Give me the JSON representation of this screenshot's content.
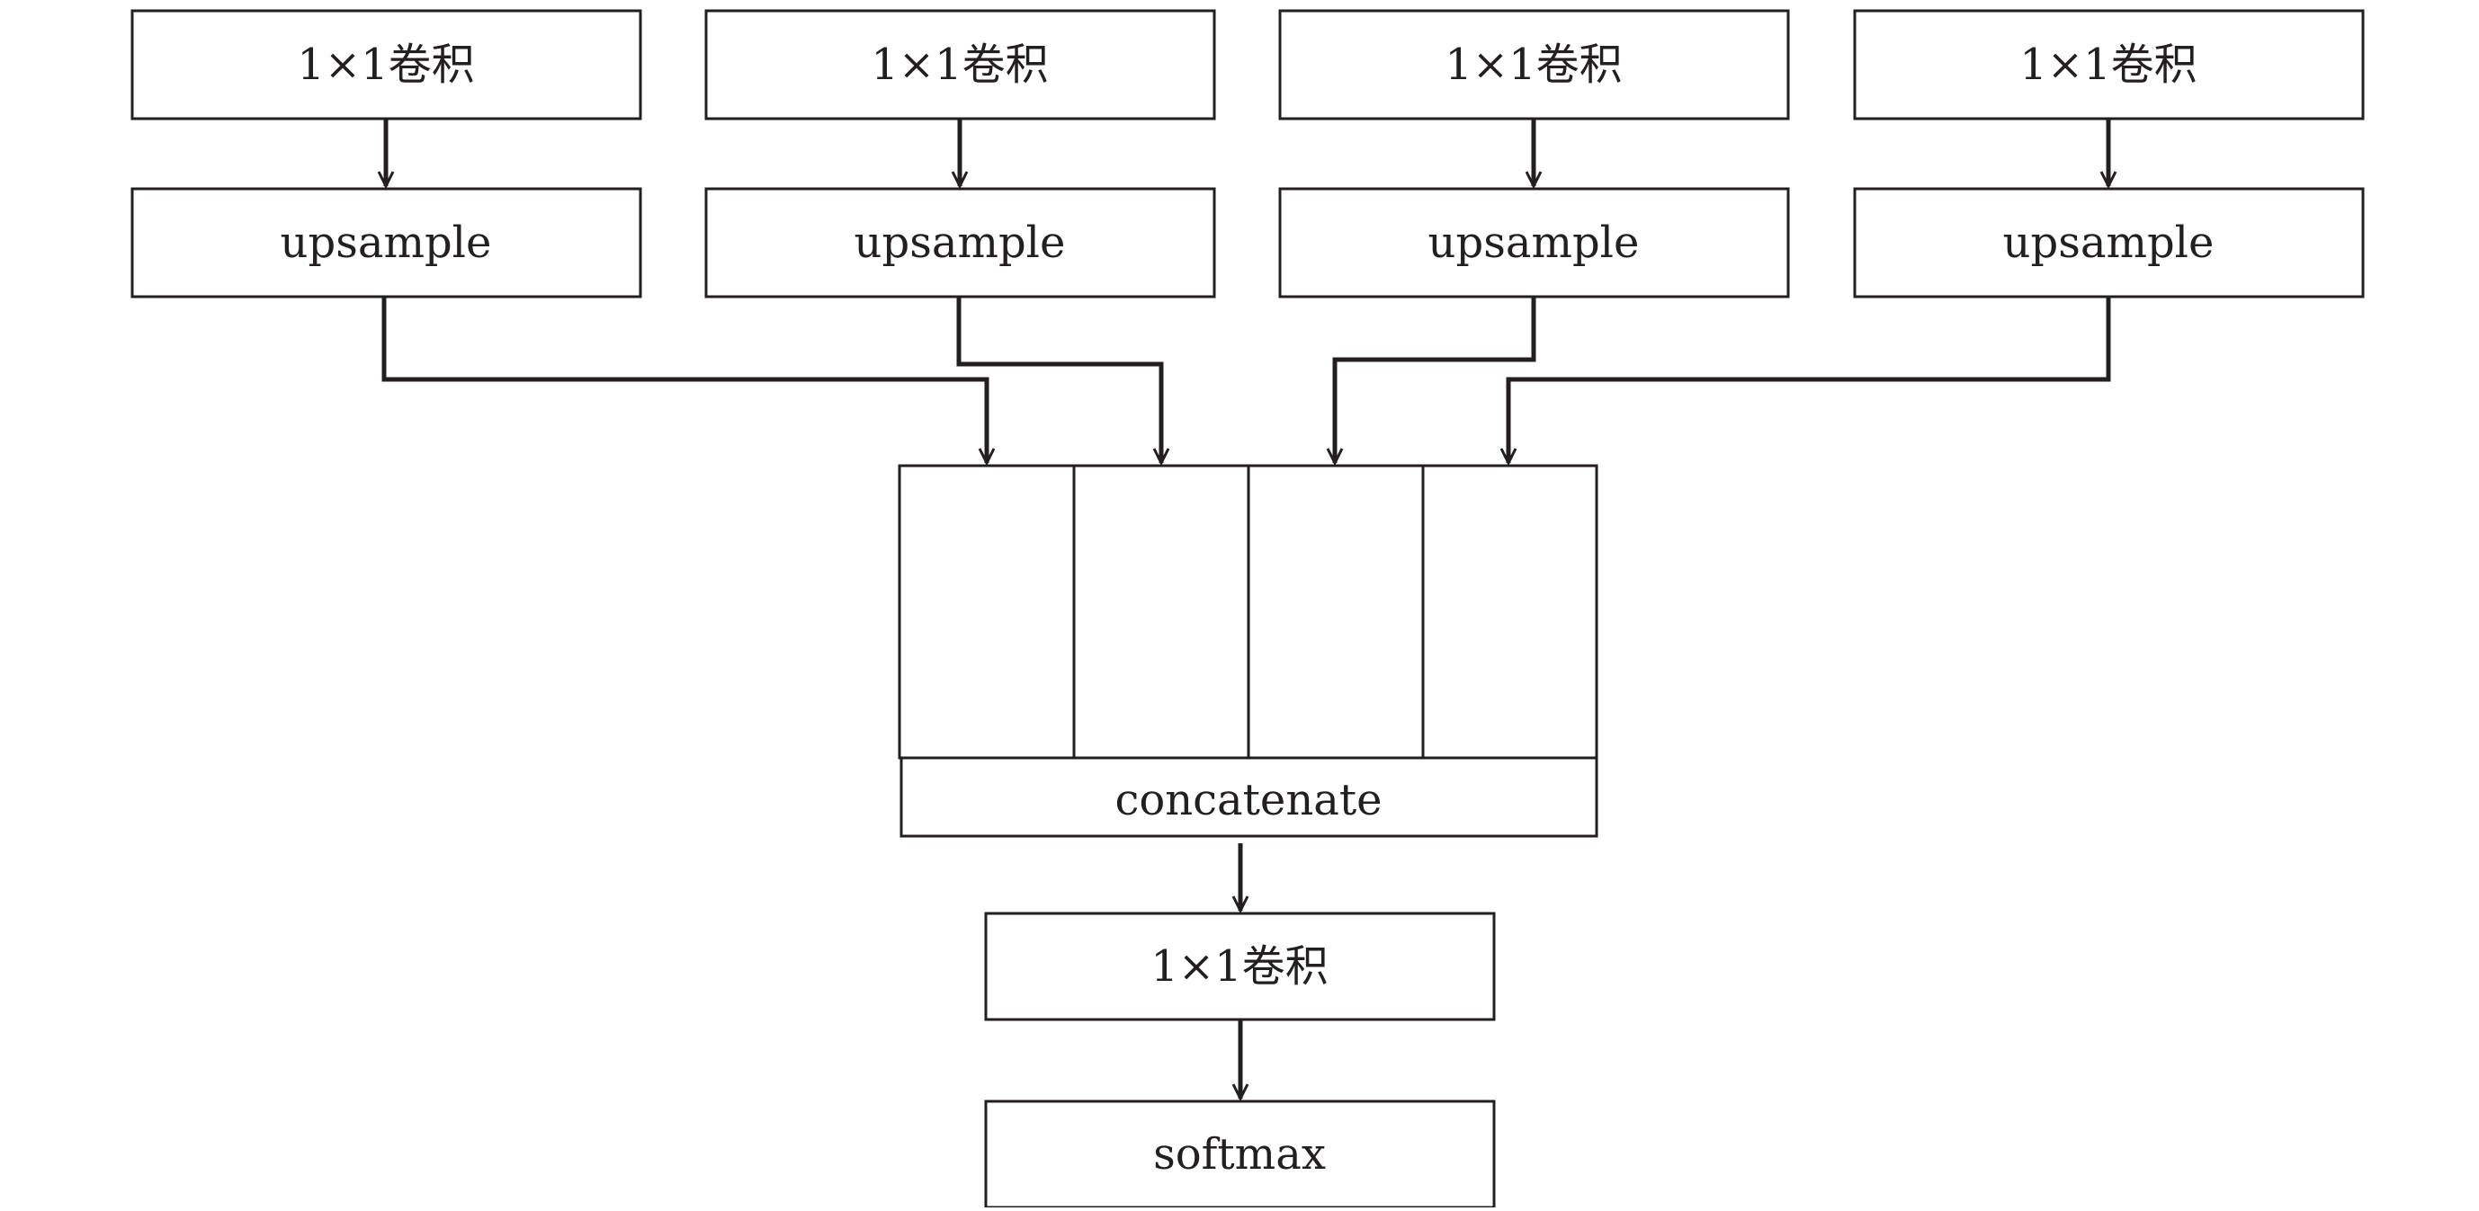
{
  "diagram": {
    "branches": [
      {
        "conv_label": "1×1卷积",
        "upsample_label": "upsample"
      },
      {
        "conv_label": "1×1卷积",
        "upsample_label": "upsample"
      },
      {
        "conv_label": "1×1卷积",
        "upsample_label": "upsample"
      },
      {
        "conv_label": "1×1卷积",
        "upsample_label": "upsample"
      }
    ],
    "concat_label": "concatenate",
    "final_conv_label": "1×1卷积",
    "softmax_label": "softmax",
    "colors": {
      "stroke": "#231f20",
      "background": "#ffffff",
      "text": "#231f20"
    }
  }
}
